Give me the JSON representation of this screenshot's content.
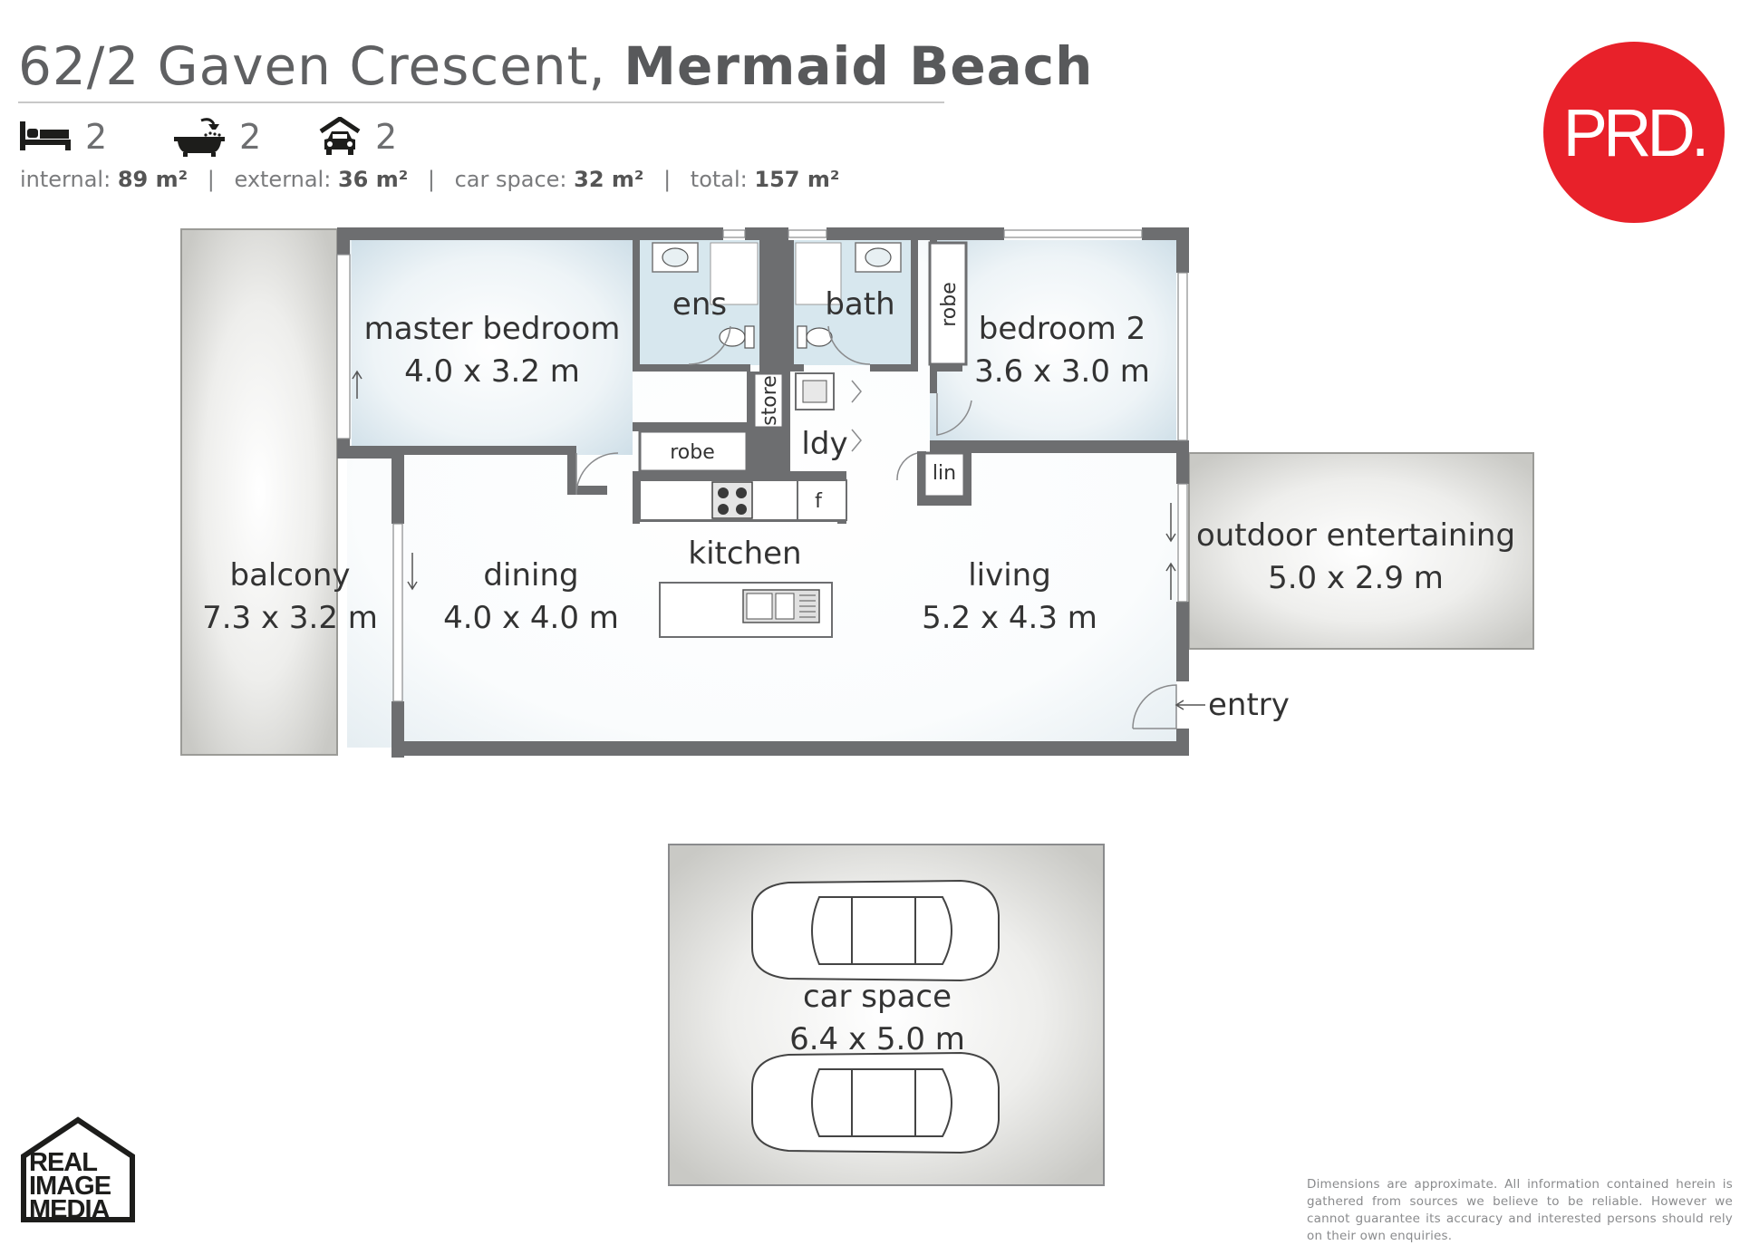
{
  "header": {
    "address": "62/2 Gaven Crescent,",
    "suburb": "Mermaid Beach"
  },
  "features": {
    "bedrooms": "2",
    "bathrooms": "2",
    "car_spaces": "2"
  },
  "areas": {
    "internal_label": "internal:",
    "internal_value": "89 m²",
    "external_label": "external:",
    "external_value": "36 m²",
    "car_label": "car space:",
    "car_value": "32 m²",
    "total_label": "total:",
    "total_value": "157 m²",
    "separator": "|"
  },
  "agency_logo": "PRD.",
  "rooms": {
    "master_name": "master bedroom",
    "master_dim": "4.0 x 3.2 m",
    "ens": "ens",
    "bath": "bath",
    "robe_vertical": "robe",
    "bed2_name": "bedroom 2",
    "bed2_dim": "3.6 x 3.0 m",
    "store": "store",
    "ldy": "ldy",
    "robe": "robe",
    "lin": "lin",
    "fridge": "f",
    "kitchen": "kitchen",
    "balcony_name": "balcony",
    "balcony_dim": "7.3 x 3.2 m",
    "dining_name": "dining",
    "dining_dim": "4.0 x 4.0 m",
    "living_name": "living",
    "living_dim": "5.2 x 4.3 m",
    "outdoor_name": "outdoor entertaining",
    "outdoor_dim": "5.0 x 2.9 m",
    "entry": "entry",
    "car_name": "car space",
    "car_dim": "6.4 x 5.0 m"
  },
  "media_logo": [
    "REAL",
    "IMAGE",
    "MEDIA"
  ],
  "disclaimer": "Dimensions are approximate.  All information contained herein is gathered from sources we believe to be reliable.  However we cannot guarantee its accuracy and interested persons should rely on their own enquiries.",
  "colors": {
    "wall": "#6d6e70",
    "accent_red": "#e8212a",
    "outdoor_fill": "#d9d9d6",
    "wet_area_fill": "#d7e7ee"
  }
}
